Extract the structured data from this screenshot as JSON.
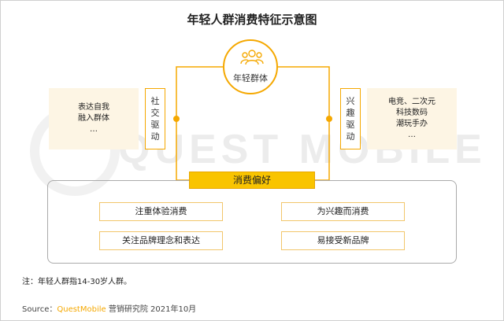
{
  "title": "年轻人群消费特征示意图",
  "center": {
    "label": "年轻群体",
    "icon": "people-group-icon"
  },
  "left_box": {
    "lines": [
      "表达自我",
      "融入群体",
      "…"
    ]
  },
  "left_driver": {
    "chars": [
      "社",
      "交",
      "驱",
      "动"
    ]
  },
  "right_box": {
    "lines": [
      "电竞、二次元",
      "科技数码",
      "潮玩手办",
      "…"
    ]
  },
  "right_driver": {
    "chars": [
      "兴",
      "趣",
      "驱",
      "动"
    ]
  },
  "preference": {
    "label": "消费偏好"
  },
  "items": [
    "注重体验消费",
    "为兴趣而消费",
    "关注品牌理念和表达",
    "易接受新品牌"
  ],
  "watermark": "QUEST MOBILE",
  "note": "注：年轻人群指14-30岁人群。",
  "source": {
    "prefix": "Source：",
    "brand": "QuestMobile",
    "suffix": " 营销研究院 2021年10月"
  },
  "colors": {
    "accent": "#f5a800",
    "bar": "#f9c400",
    "box_bg": "#fdf5e4"
  }
}
